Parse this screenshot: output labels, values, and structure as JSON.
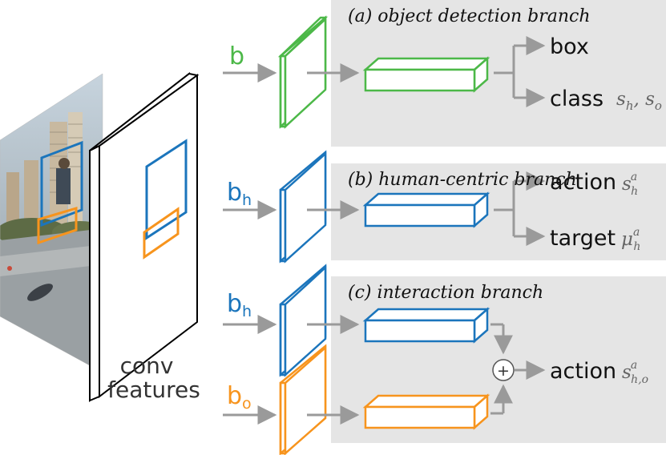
{
  "colors": {
    "panel_bg": "#e5e5e5",
    "arrow": "#9a9a9a",
    "green": "#4cb848",
    "blue": "#1b75bc",
    "orange": "#f7941d",
    "text": "#111111"
  },
  "input_image": {
    "description_icon": "photo-icon"
  },
  "conv_features": {
    "line1": "conv",
    "line2": "features"
  },
  "branches": {
    "a": {
      "title": "(a) object detection branch",
      "roi_label": "b",
      "outputs": {
        "box": "box",
        "class": "class",
        "class_math": "s_h, s_o"
      }
    },
    "b": {
      "title": "(b) human-centric branch",
      "roi_label": "b",
      "roi_sub": "h",
      "outputs": {
        "action": "action",
        "action_math": "s_h^a",
        "target": "target",
        "target_math": "mu_h^a"
      }
    },
    "c": {
      "title": "(c) interaction branch",
      "roi_label_h": "b",
      "roi_sub_h": "h",
      "roi_label_o": "b",
      "roi_sub_o": "o",
      "sum_symbol": "+",
      "outputs": {
        "action": "action",
        "action_math": "s_{h,o}^a"
      }
    }
  }
}
